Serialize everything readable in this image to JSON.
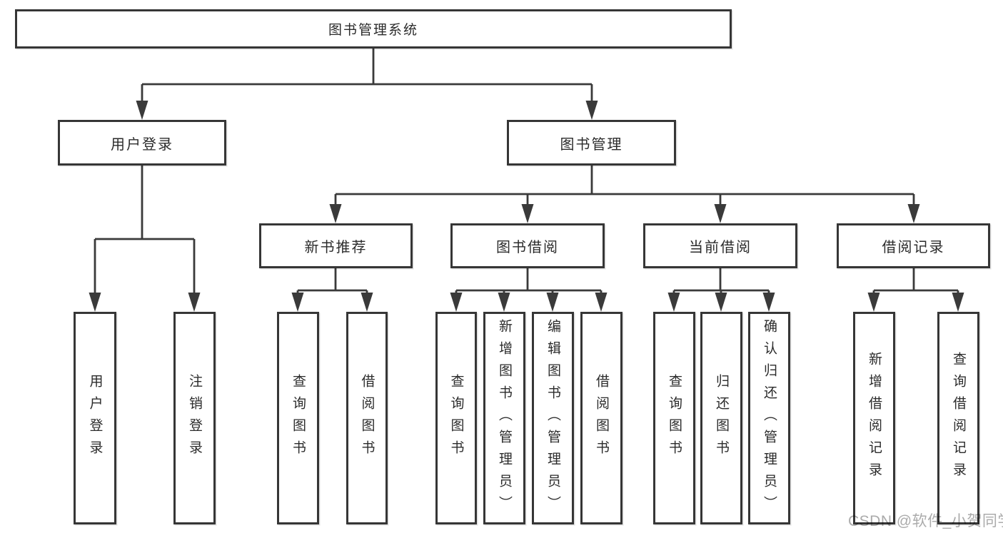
{
  "diagram_title": "图书管理系统",
  "tree": {
    "root": {
      "label": "图书管理系统",
      "children": [
        {
          "label": "用户登录",
          "children": [
            {
              "label": "用户登录"
            },
            {
              "label": "注销登录"
            }
          ]
        },
        {
          "label": "图书管理",
          "children": [
            {
              "label": "新书推荐",
              "children": [
                {
                  "label": "查询图书"
                },
                {
                  "label": "借阅图书"
                }
              ]
            },
            {
              "label": "图书借阅",
              "children": [
                {
                  "label": "查询图书"
                },
                {
                  "label": "新增图书（管理员）"
                },
                {
                  "label": "编辑图书（管理员）"
                },
                {
                  "label": "借阅图书"
                }
              ]
            },
            {
              "label": "当前借阅",
              "children": [
                {
                  "label": "查询图书"
                },
                {
                  "label": "归还图书"
                },
                {
                  "label": "确认归还（管理员）"
                }
              ]
            },
            {
              "label": "借阅记录",
              "children": [
                {
                  "label": "新增借阅记录"
                },
                {
                  "label": "查询借阅记录"
                }
              ]
            }
          ]
        }
      ]
    }
  },
  "watermark": {
    "text": "CSDN @软件_小贺同学"
  },
  "colors": {
    "line": "#3a3a3a",
    "box_border": "#363636",
    "text": "#2b2b2b",
    "watermark": "#ababab",
    "background": "#ffffff"
  }
}
